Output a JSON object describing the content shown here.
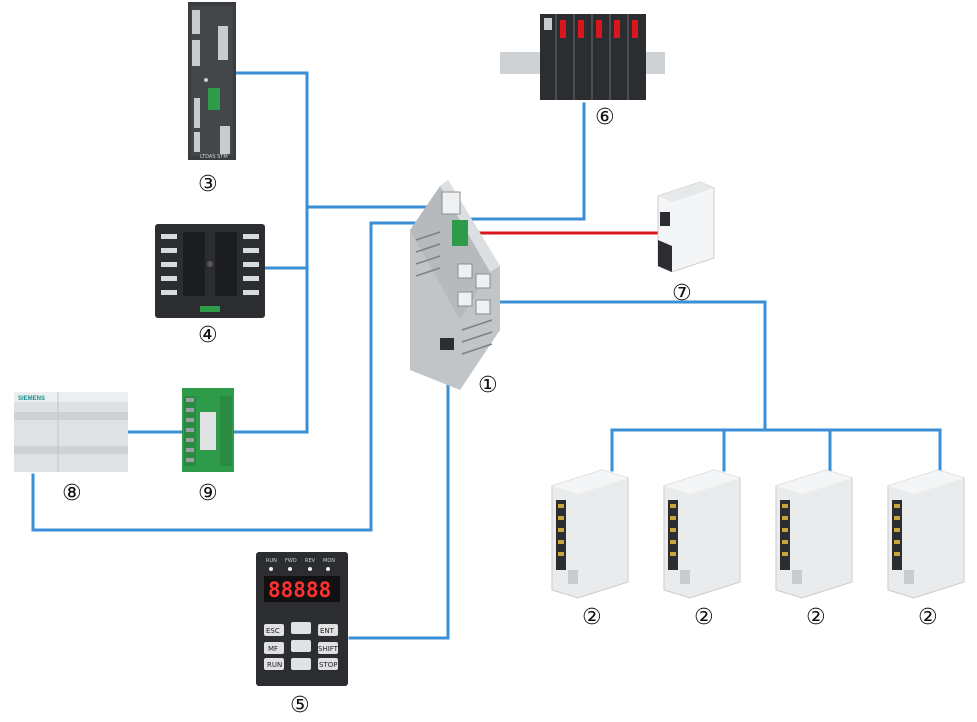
{
  "colors": {
    "bus_line": "#3a8fd6",
    "power_line": "#d8161b",
    "device_dark": "#2b2d30",
    "device_grey": "#c9ccce",
    "terminal_green": "#2e9b4a"
  },
  "labels": {
    "hub": "①",
    "servo_1": "②",
    "servo_2": "②",
    "servo_3": "②",
    "servo_4": "②",
    "board": "③",
    "io_module": "④",
    "keypad": "⑤",
    "rail_io": "⑥",
    "power_supply": "⑦",
    "plc": "⑧",
    "terminal_block": "⑨"
  },
  "keypad": {
    "led_run": "RUN",
    "led_fwd": "FWD",
    "led_rev": "REV",
    "led_mon": "MON",
    "display_value": "88888",
    "key_esc": "ESC",
    "key_ent": "ENT",
    "key_mf": "MF",
    "key_shift": "SHIFT",
    "key_run": "RUN",
    "key_stop": "STOP"
  },
  "plc": {
    "brand": "SIEMENS"
  },
  "board": {
    "model": "LTDAS STM"
  },
  "icons": [
    "network-switch-icon",
    "servo-drive-icon",
    "control-board-icon",
    "io-module-icon",
    "keypad-icon",
    "rail-io-icon",
    "power-supply-icon",
    "plc-icon",
    "terminal-block-icon"
  ]
}
